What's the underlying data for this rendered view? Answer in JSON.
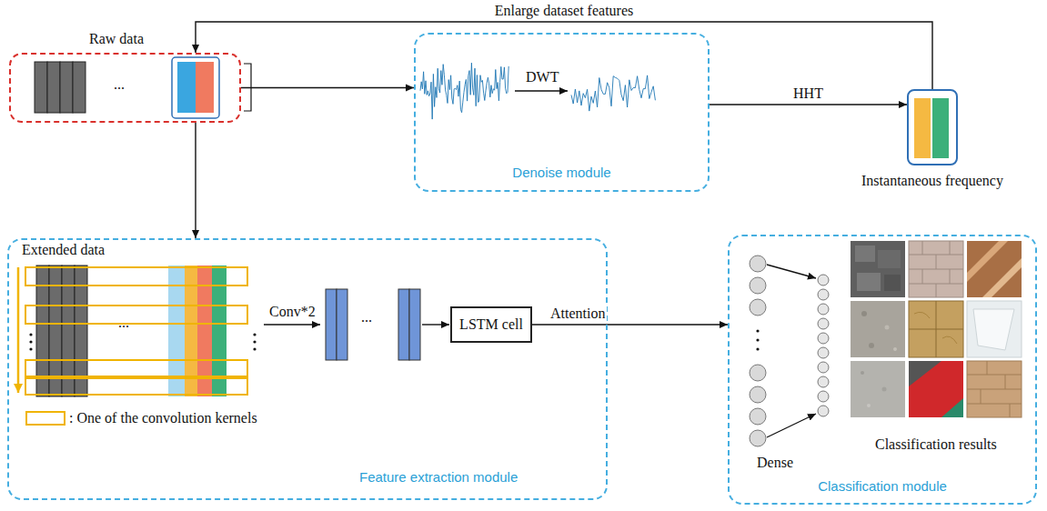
{
  "diagram": {
    "nodes": [
      {
        "text": [
          "Raw data"
        ]
      },
      {
        "text": [
          "Denoise module"
        ]
      },
      {
        "text": [
          "Instantaneous frequency"
        ]
      },
      {
        "text": [
          "Feature extraction module"
        ]
      },
      {
        "text": [
          "LSTM cell"
        ],
        "in": 3
      },
      {
        "text": [
          "Classification module"
        ]
      }
    ],
    "edges": [
      {
        "from": 0,
        "to": 1,
        "arrow": "to"
      },
      {
        "from": 1,
        "to": 2,
        "label": "HHT",
        "arrow": "to"
      },
      {
        "from": 2,
        "to": 0,
        "label": "Enlarge dataset features",
        "arrow": "to"
      },
      {
        "from": 0,
        "to": 3,
        "arrow": "to"
      },
      {
        "from": 4,
        "to": 5,
        "label": "Attention",
        "arrow": "to"
      }
    ],
    "labels": [
      "...",
      "DWT",
      "Extended data",
      "...",
      "Conv*2",
      "...",
      "Dense",
      "Classification results"
    ],
    "legend": [
      {
        "text": ": One of the convolution kernels"
      }
    ]
  }
}
